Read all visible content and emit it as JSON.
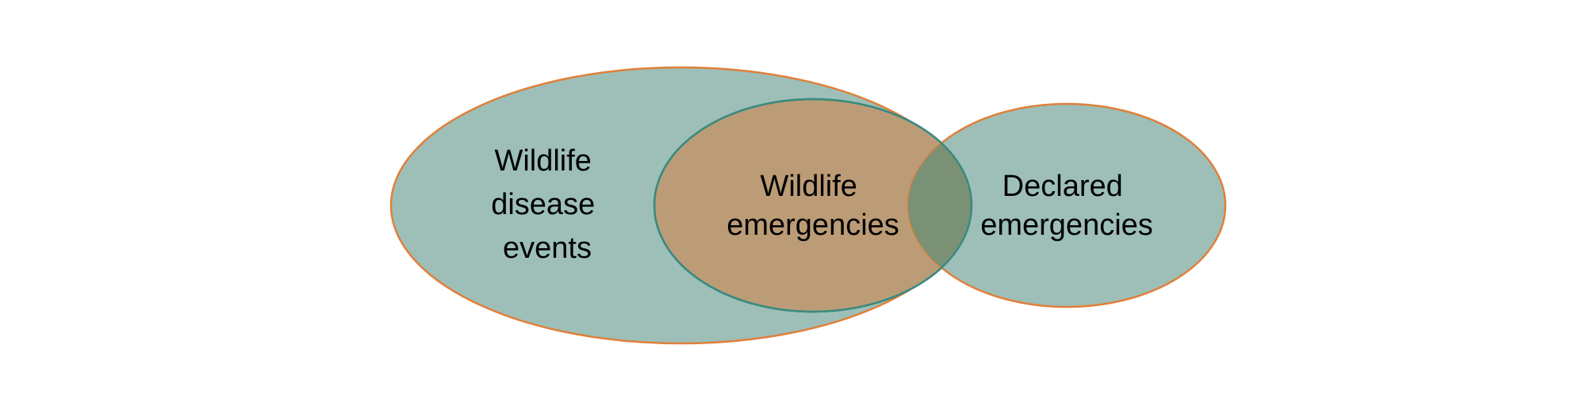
{
  "diagram": {
    "type": "venn",
    "sets": {
      "wildlife_disease_events": {
        "lines": [
          "Wildlife",
          "disease",
          "events"
        ],
        "fill": "#9dbfb8",
        "stroke": "#e0803a"
      },
      "wildlife_emergencies": {
        "lines": [
          "Wildlife",
          "emergencies"
        ],
        "fill": "#bb9c77",
        "stroke": "#3a8a7e"
      },
      "declared_emergencies": {
        "lines": [
          "Declared",
          "emergencies"
        ],
        "fill": "#9dbfb8",
        "stroke": "#e0803a"
      },
      "overlap_fill": "#7b9175"
    }
  }
}
